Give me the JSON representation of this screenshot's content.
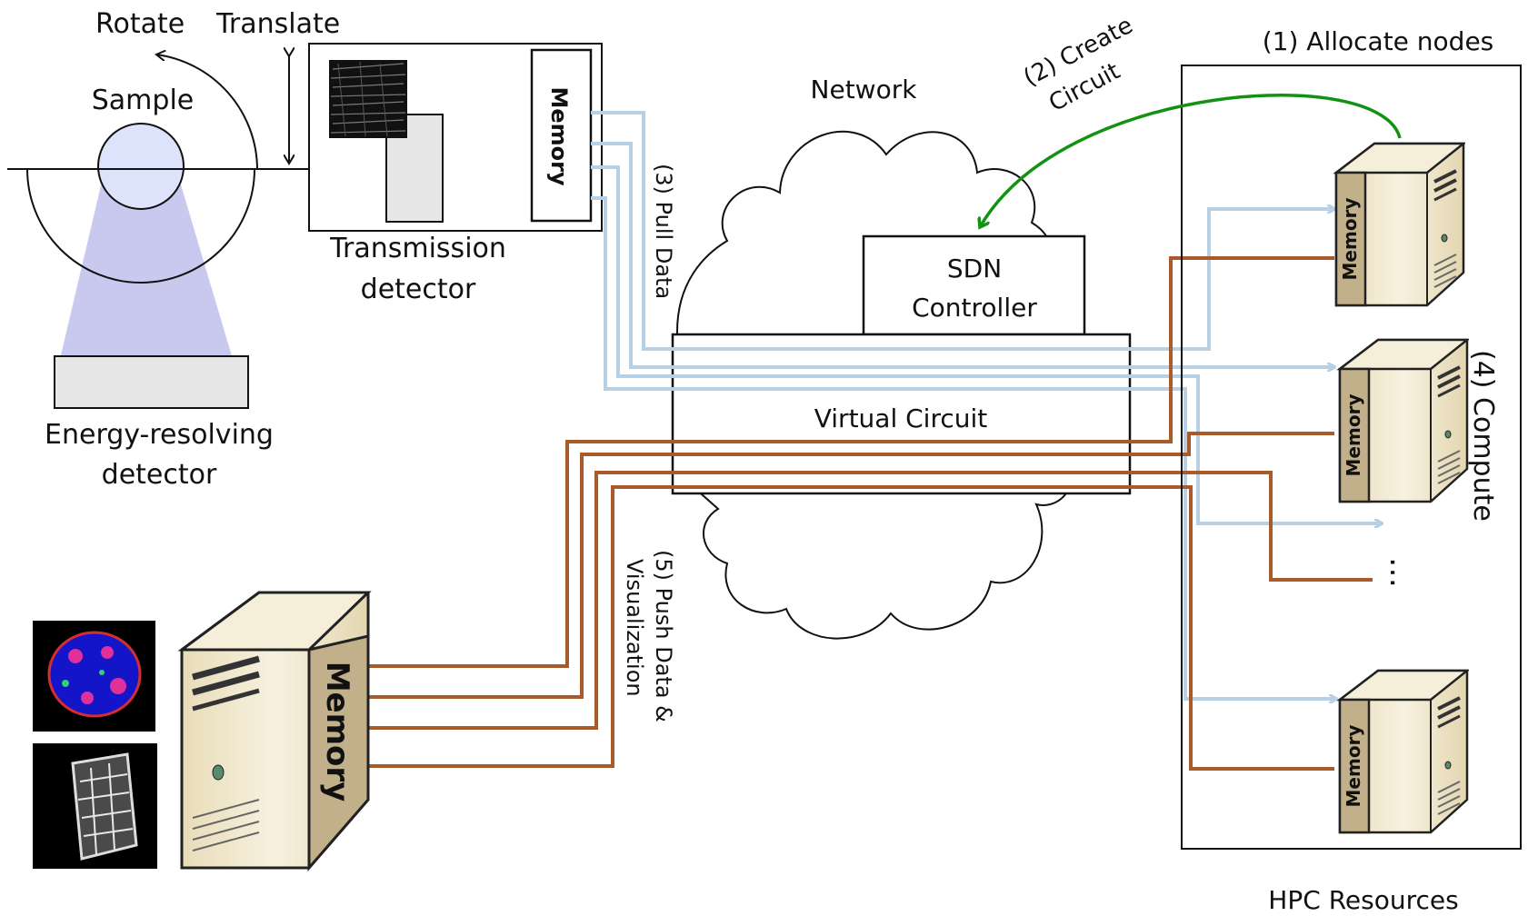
{
  "labels": {
    "rotate": "Rotate",
    "translate": "Translate",
    "sample": "Sample",
    "transmission_line1": "Transmission",
    "transmission_line2": "detector",
    "energy_line1": "Energy-resolving",
    "energy_line2": "detector",
    "network": "Network",
    "create_circuit_line1": "(2) Create",
    "create_circuit_line2": "Circuit",
    "allocate_nodes": "(1) Allocate nodes",
    "pull_data": "(3) Pull Data",
    "sdn_line1": "SDN",
    "sdn_line2": "Controller",
    "virtual_circuit": "Virtual Circuit",
    "compute": "(4) Compute",
    "push_line1": "(5) Push Data &",
    "push_line2": "Visualization",
    "hpc_resources": "HPC Resources",
    "ellipsis": "…",
    "memory": "Memory"
  },
  "colors": {
    "pull_line": "#b7d0e6",
    "push_line": "#a85a28",
    "create_arrow": "#129212",
    "beam": "#c9c9f0",
    "sample_fill": "#dde3fb",
    "detector_fill": "#e6e6e6",
    "server_body": "#f3ead2",
    "memory_panel": "#c2b08a"
  }
}
